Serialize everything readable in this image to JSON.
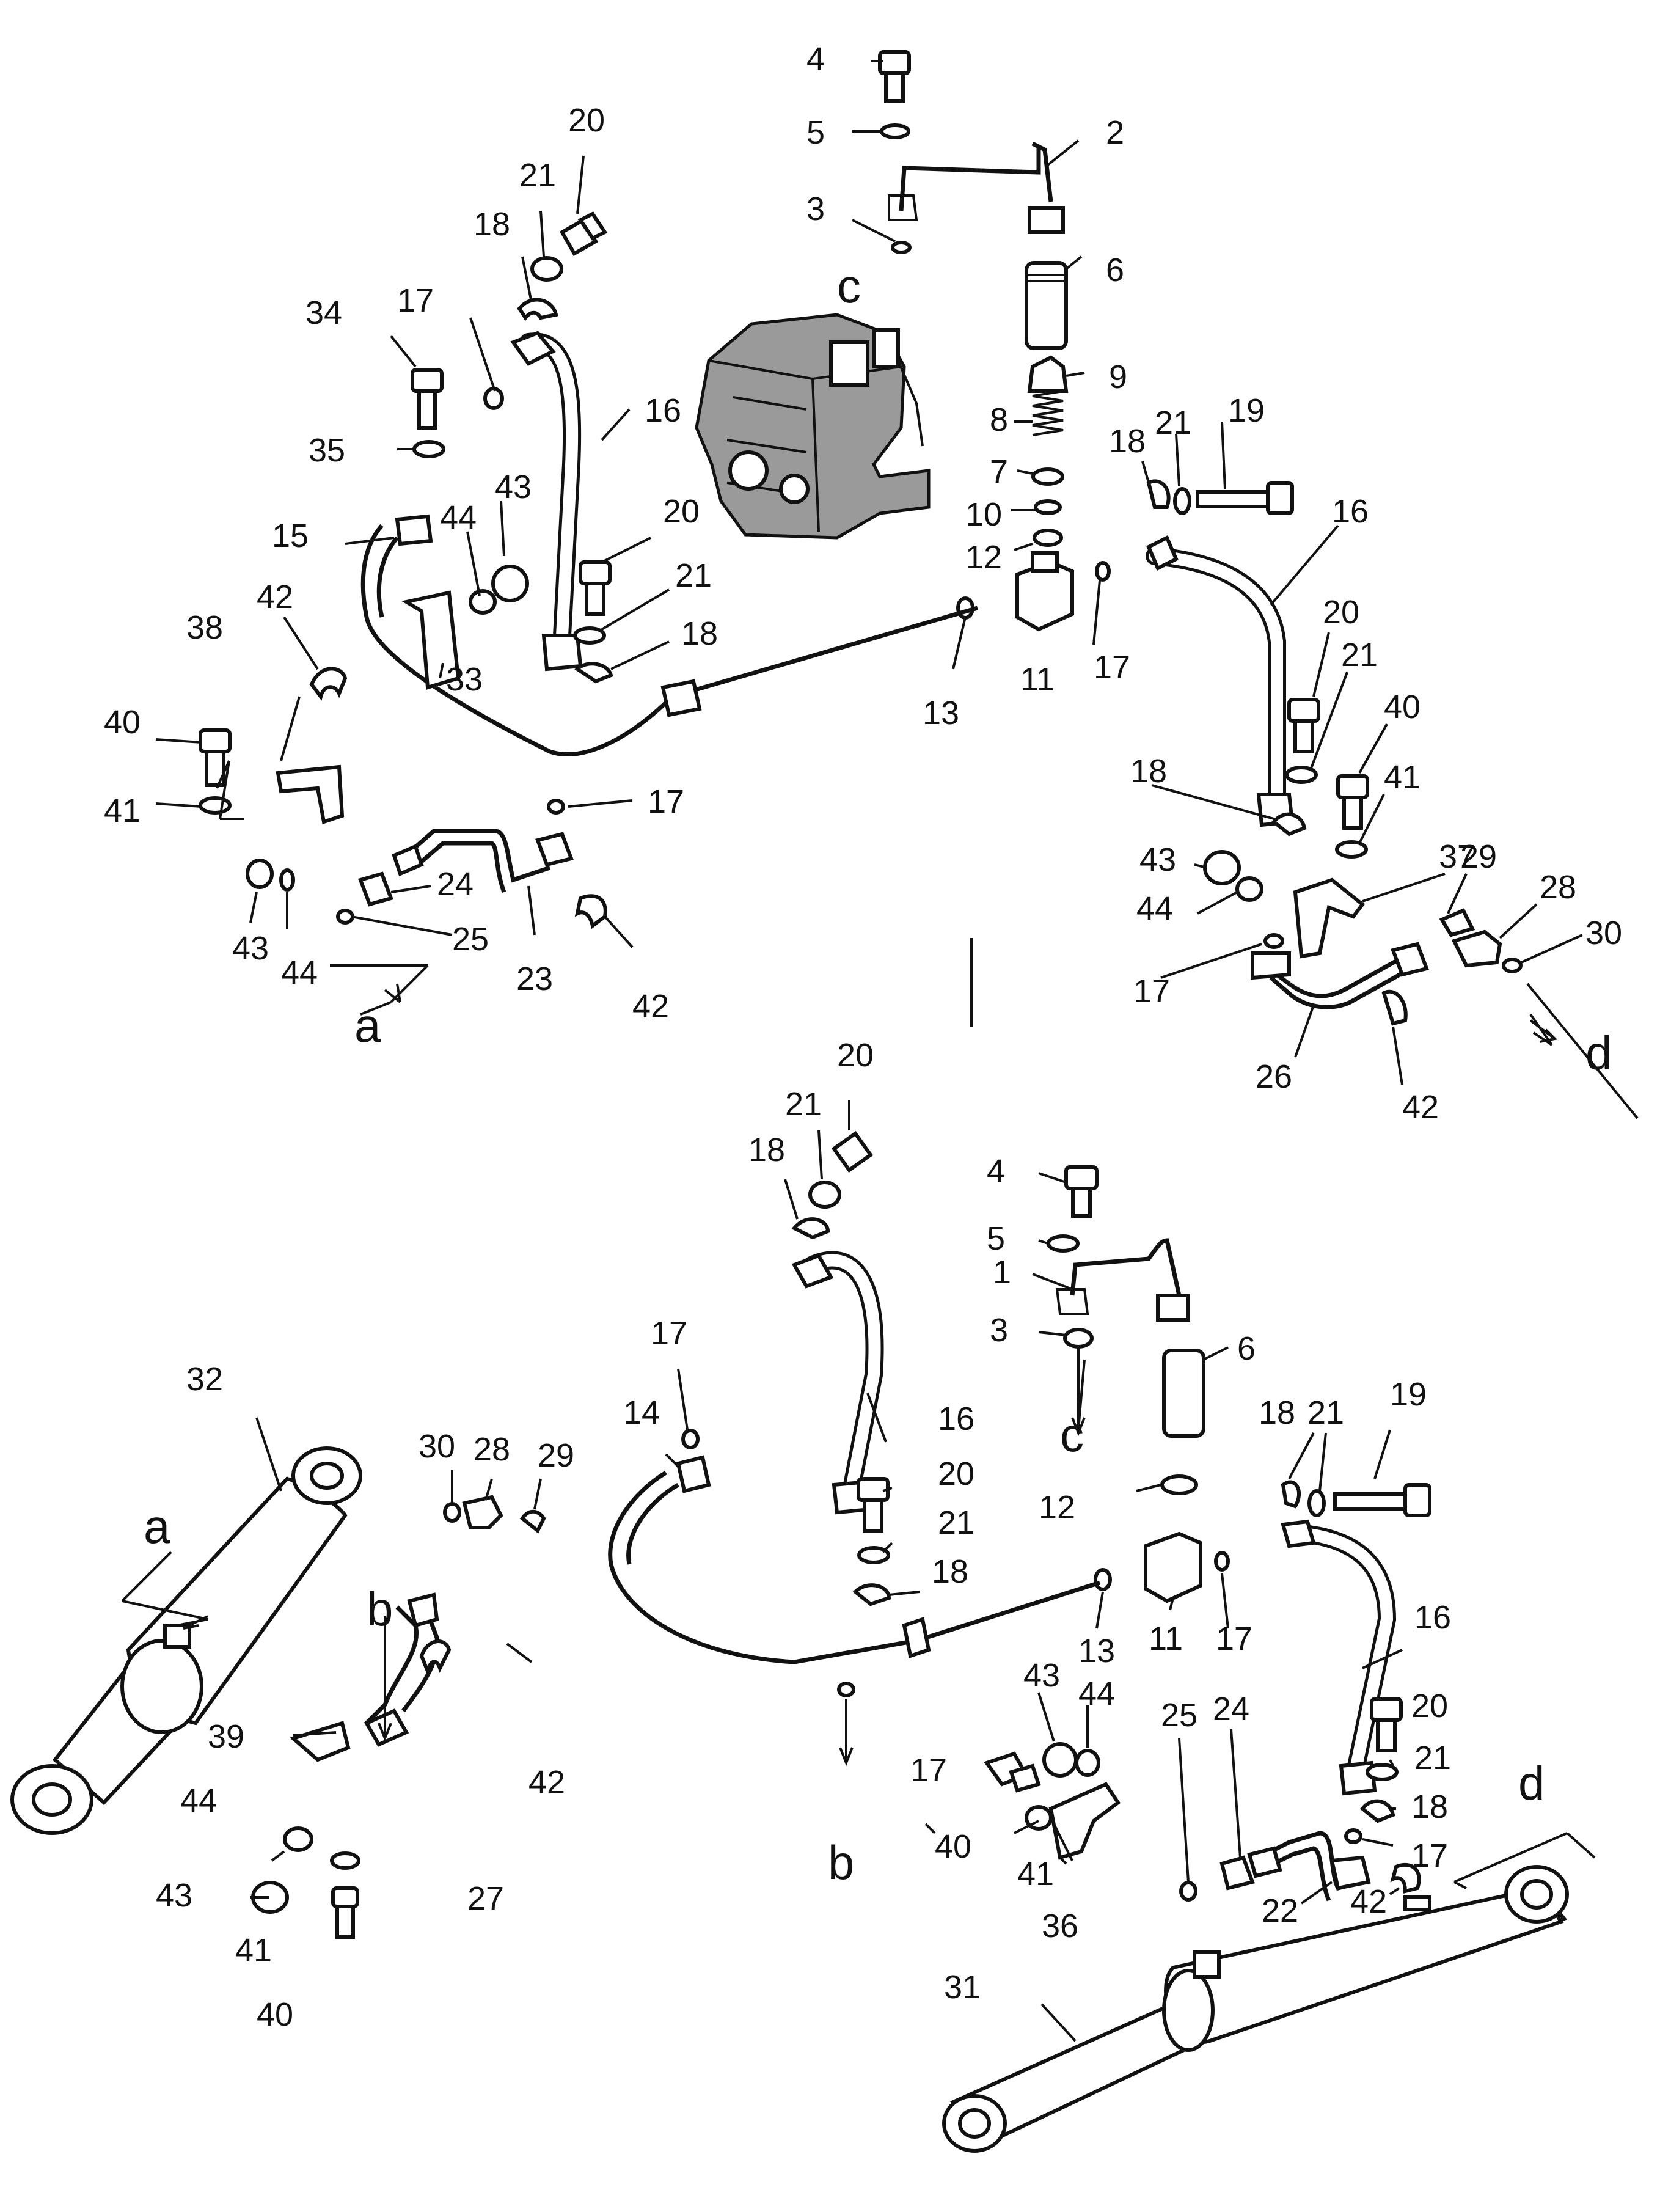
{
  "labels": {
    "upper": {
      "p1": "4",
      "p2": "5",
      "p3": "2",
      "p4": "3",
      "p5": "6",
      "p6": "9",
      "p7": "8",
      "p8": "7",
      "p9": "10",
      "p10": "12",
      "p11": "11",
      "p12": "13",
      "p13": "17",
      "p14": "20",
      "p15": "21",
      "p16": "18",
      "p17": "17",
      "p18": "34",
      "p19": "35",
      "p20": "16",
      "p21": "43",
      "p22": "44",
      "p23": "15",
      "p24": "42",
      "p25": "20",
      "p26": "21",
      "p27": "18",
      "p28": "33",
      "p29": "38",
      "p30": "40",
      "p31": "41",
      "p32": "17",
      "p33": "24",
      "p34": "25",
      "p35": "43",
      "p36": "44",
      "p37": "23",
      "p38": "42",
      "p39": "18",
      "p40": "21",
      "p41": "19",
      "p42": "16",
      "p43": "20",
      "p44": "21",
      "p45": "40",
      "p46": "18",
      "p47": "41",
      "p48": "37",
      "p49": "43",
      "p50": "44",
      "p51": "29",
      "p52": "28",
      "p53": "30",
      "p54": "17",
      "p55": "26",
      "p56": "42",
      "ref_c": "c",
      "ref_a": "a",
      "ref_d": "d"
    },
    "lower": {
      "p1": "20",
      "p2": "21",
      "p3": "18",
      "p4": "4",
      "p5": "5",
      "p6": "1",
      "p7": "3",
      "p8": "6",
      "p9": "17",
      "p10": "14",
      "p11": "16",
      "p12": "20",
      "p13": "21",
      "p14": "18",
      "p15": "12",
      "p16": "18",
      "p17": "21",
      "p18": "19",
      "p19": "13",
      "p20": "11",
      "p21": "17",
      "p22": "16",
      "p23": "32",
      "p24": "30",
      "p25": "28",
      "p26": "29",
      "p27": "42",
      "p28": "39",
      "p29": "44",
      "p30": "43",
      "p31": "41",
      "p32": "40",
      "p33": "27",
      "p34": "17",
      "p35": "43",
      "p36": "44",
      "p37": "40",
      "p38": "41",
      "p39": "36",
      "p40": "25",
      "p41": "24",
      "p42": "20",
      "p43": "21",
      "p44": "18",
      "p45": "17",
      "p46": "22",
      "p47": "42",
      "p48": "31",
      "ref_c": "c",
      "ref_a": "a",
      "ref_b1": "b",
      "ref_b2": "b",
      "ref_d": "d"
    }
  }
}
